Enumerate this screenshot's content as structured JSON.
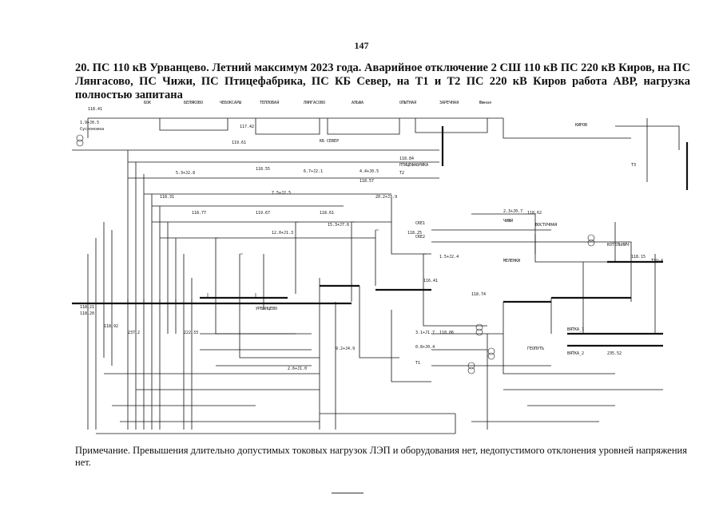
{
  "page_number": "147",
  "heading": "20. ПС 110 кВ Урванцево. Летний максимум 2023 года. Аварийное отключение 2 СШ 110 кВ ПС 220 кВ Киров, на ПС Лянгасово, ПС Чижи, ПС Птицефабрика, ПС КБ Север, на Т1 и Т2 ПС 220 кВ Киров работа АВР, нагрузка полностью запитана",
  "note": "Примечание. Превышения длительно допустимых токовых нагрузок ЛЭП и оборудования нет, недопустимого отклонения уровней напряжения нет.",
  "diagram_labels": [
    "118.41",
    "1.9+J0.5",
    "Суслоновка",
    "БОК",
    "БЕЛЯКОВО",
    "ЧЕБОКСАРЫ",
    "ТЕПЛОВАЯ",
    "ЛЯНГАСОВО",
    "АЛЬФА",
    "ОПЫТНАЯ",
    "ЗАРЕЧНАЯ",
    "Южная",
    "КБ СЕВЕР",
    "ПТИЦЕФАБРИКА",
    "КИРОВ",
    "ВОСТОЧНАЯ",
    "КОТЕЛЬНИЧ",
    "УРВАНЦЕВО",
    "МЕЛЕНКИ",
    "ЧИЖИ",
    "ГЕОПУТЬ",
    "ВЯТКА_1",
    "ВЯТКА_2",
    "235.52",
    "СКЕ1",
    "СКЕ2",
    "117.42",
    "118.55",
    "118.25",
    "116.41",
    "118.74",
    "118.06",
    "118.21",
    "118.20",
    "118.92",
    "118.31",
    "118.77",
    "119.67",
    "118.61",
    "118.57",
    "118.15",
    "118.62",
    "119.61",
    "118.84",
    "6.7+J2.1",
    "5.3+J2.8",
    "7.5+J2.5",
    "12.0+J1.3",
    "15.3+J7.6",
    "2.3+J0.7",
    "4.4+J0.5",
    "20.2+J3.9",
    "1.5+J2.4",
    "9.2+J4.9",
    "2.6+J1.0",
    "3.1+J1.7",
    "0.8+J0.4",
    "Т1",
    "Т2",
    "Т3",
    "ТЭЦ-4",
    "237.2",
    "222.33"
  ]
}
